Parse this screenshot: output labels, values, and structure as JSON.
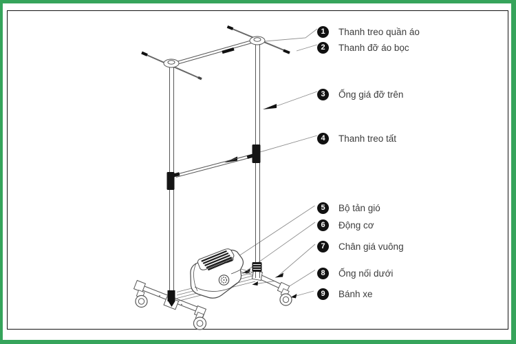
{
  "colors": {
    "border-green": "#36a45b",
    "frame-black": "#111111",
    "label-ink": "#3c3c3c",
    "badge-bg": "#111111",
    "badge-fg": "#ffffff"
  },
  "diagram": {
    "parts": [
      {
        "num": "1",
        "text": "Thanh treo quần áo"
      },
      {
        "num": "2",
        "text": "Thanh đỡ áo bọc"
      },
      {
        "num": "3",
        "text": "Ống giá đỡ trên"
      },
      {
        "num": "4",
        "text": "Thanh treo tất"
      },
      {
        "num": "5",
        "text": "Bộ tản gió"
      },
      {
        "num": "6",
        "text": "Động cơ"
      },
      {
        "num": "7",
        "text": "Chân giá vuông"
      },
      {
        "num": "8",
        "text": "Ống nối dưới"
      },
      {
        "num": "9",
        "text": "Bánh xe"
      }
    ]
  }
}
